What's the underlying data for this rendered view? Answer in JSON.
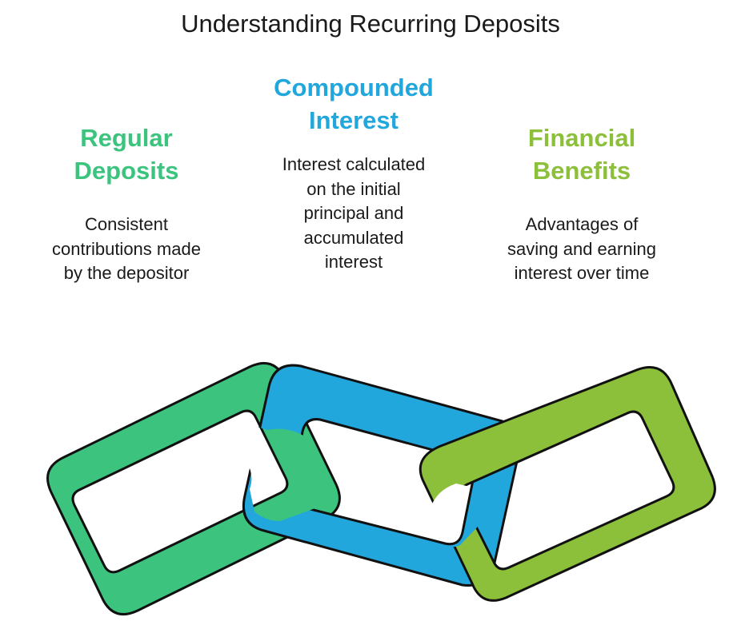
{
  "title": "Understanding Recurring Deposits",
  "colors": {
    "regular": "#3cc47f",
    "compound": "#22a7dd",
    "financial": "#8cbf3a",
    "outline": "#111111",
    "text": "#1a1a1a"
  },
  "sections": [
    {
      "heading_line1": "Regular",
      "heading_line2": "Deposits",
      "desc_lines": [
        "Consistent",
        "contributions made",
        "by the depositor"
      ]
    },
    {
      "heading_line1": "Compounded",
      "heading_line2": "Interest",
      "desc_lines": [
        "Interest calculated",
        "on the initial",
        "principal and",
        "accumulated",
        "interest"
      ]
    },
    {
      "heading_line1": "Financial",
      "heading_line2": "Benefits",
      "desc_lines": [
        "Advantages of",
        "saving and earning",
        "interest over time"
      ]
    }
  ]
}
